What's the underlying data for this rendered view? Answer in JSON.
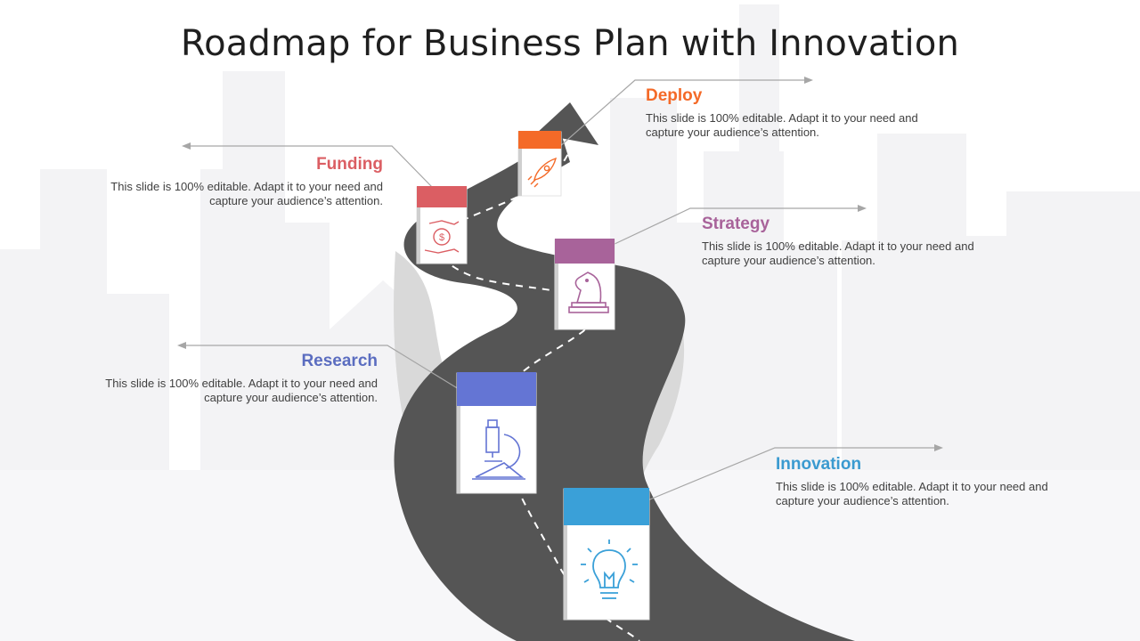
{
  "slide_title": "Roadmap for Business Plan with Innovation",
  "steps": [
    {
      "id": "deploy",
      "title": "Deploy",
      "description": "This slide is 100% editable. Adapt it to your need and capture your audience’s attention.",
      "color": "#F46A28",
      "icon": "rocket-icon"
    },
    {
      "id": "funding",
      "title": "Funding",
      "description": "This slide is 100% editable. Adapt it to your need and capture your audience’s attention.",
      "color": "#DB5E63",
      "icon": "money-hands-icon"
    },
    {
      "id": "strategy",
      "title": "Strategy",
      "description": "This slide is 100% editable. Adapt it to your need and capture your audience’s attention.",
      "color": "#A8639A",
      "icon": "chess-knight-icon"
    },
    {
      "id": "research",
      "title": "Research",
      "description": "This slide is 100% editable. Adapt it to your need and capture your audience’s attention.",
      "color": "#6475D4",
      "icon": "microscope-icon"
    },
    {
      "id": "innovation",
      "title": "Innovation",
      "description": "This slide is 100% editable. Adapt it to your need and capture your audience’s attention.",
      "color": "#3AA0D8",
      "icon": "lightbulb-icon"
    }
  ],
  "colors": {
    "road": "#555555",
    "road_shadow": "#d9d9d9",
    "connector": "#a6a6a6",
    "title": "#1f1f1f"
  }
}
